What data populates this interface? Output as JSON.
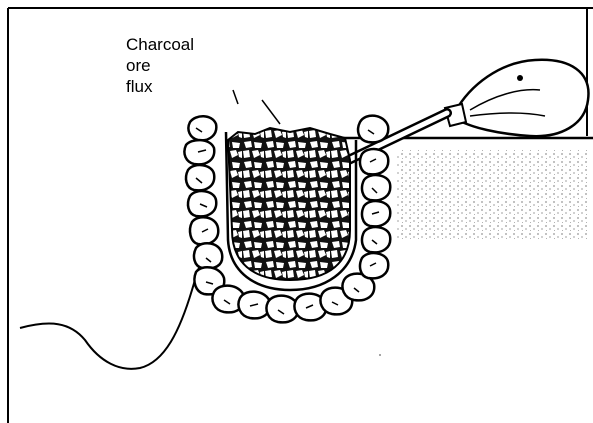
{
  "diagram": {
    "labels": {
      "charcoal": "Charcoal",
      "ore": "ore",
      "flux": "flux"
    }
  }
}
